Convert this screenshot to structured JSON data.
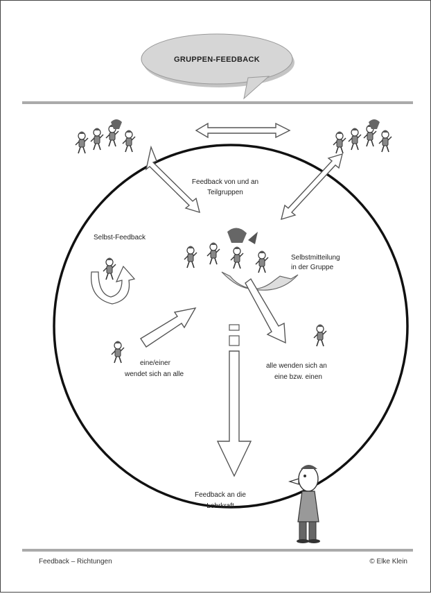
{
  "title": "GRUPPEN-FEEDBACK",
  "labels": {
    "subgroups": [
      "Feedback von und an",
      "Teilgruppen"
    ],
    "self": "Selbst-Feedback",
    "group_share": [
      "Selbstmitteilung",
      "in der Gruppe"
    ],
    "one_to_all": [
      "eine/einer",
      "wendet sich an alle"
    ],
    "all_to_one": [
      "alle wenden sich an",
      "eine bzw. einen"
    ],
    "teacher": [
      "Feedback an die",
      "Lehrkraft"
    ]
  },
  "footer": {
    "left": "Feedback – Richtungen",
    "right": "© Elke Klein"
  },
  "colors": {
    "arrow_fill": "#ffffff",
    "arrow_stroke": "#555555",
    "rule": "#aaaaaa",
    "bubble": "#d0d0d0"
  }
}
